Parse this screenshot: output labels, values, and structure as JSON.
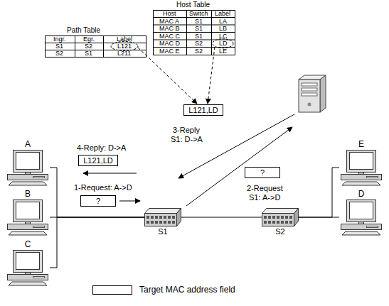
{
  "diagram": {
    "nodes": [
      {
        "text": [
          "L121,LD"
        ]
      },
      {
        "text": [
          "L121,LD"
        ]
      },
      {
        "text": [
          "?"
        ]
      },
      {
        "text": [
          "?"
        ]
      },
      {
        "text": [
          "A"
        ]
      },
      {
        "text": [
          "B"
        ]
      },
      {
        "text": [
          "C"
        ]
      },
      {
        "text": [
          "S1"
        ]
      },
      {
        "text": [
          "S2"
        ]
      },
      {
        "text": [
          "E"
        ]
      },
      {
        "text": [
          "D"
        ]
      }
    ],
    "edges": [
      {
        "from": 4,
        "to": 7,
        "arrow": "none"
      },
      {
        "from": 5,
        "to": 7,
        "arrow": "none"
      },
      {
        "from": 6,
        "to": 7,
        "arrow": "none"
      },
      {
        "from": 7,
        "to": 8,
        "arrow": "none"
      },
      {
        "from": 8,
        "to": 9,
        "arrow": "none"
      },
      {
        "from": 8,
        "to": 10,
        "arrow": "none"
      }
    ],
    "labels": [
      "Host Table",
      "Host",
      "Switch",
      "Label",
      "MAC A",
      "S1",
      "LA",
      "MAC B",
      "S1",
      "LB",
      "MAC C",
      "S1",
      "LC",
      "MAC D",
      "S2",
      "LD",
      "MAC E",
      "S2",
      "LE",
      "Path Table",
      "Ingr.",
      "Egr.",
      "Label",
      "S1",
      "S2",
      "L121",
      "S2",
      "S1",
      "L211",
      "3-Reply",
      "S1: D->A",
      "4-Reply: D->A",
      "1-Request: A->D",
      "2-Request",
      "S1: A->D"
    ],
    "legend": [
      {
        "text": "Target MAC address field"
      }
    ]
  }
}
